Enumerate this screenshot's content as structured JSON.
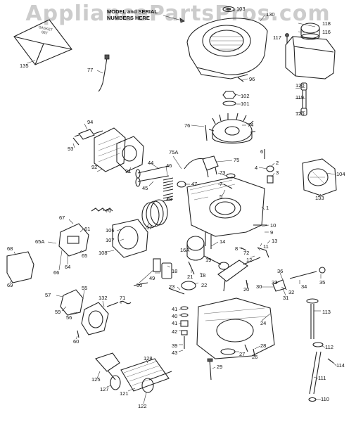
{
  "watermark": "AppliancePartsPros.com",
  "model_label": "MODEL and SERIAL NUMBERS HERE",
  "gasket_set_label": "GASKET SET",
  "callouts": [
    "103",
    "130",
    "118",
    "116",
    "117",
    "135",
    "77",
    "96",
    "120",
    "119",
    "120",
    "102",
    "101",
    "94",
    "76",
    "74",
    "93",
    "92",
    "91",
    "6",
    "75A",
    "75",
    "4",
    "2",
    "3",
    "44",
    "46",
    "47",
    "45",
    "73",
    "7",
    "5",
    "104",
    "133",
    "48",
    "70",
    "1",
    "67",
    "106",
    "107",
    "17",
    "10",
    "9",
    "11",
    "13",
    "65A",
    "61",
    "65",
    "8",
    "72",
    "12",
    "68",
    "66",
    "64",
    "108",
    "16A",
    "14",
    "19",
    "69",
    "50",
    "49",
    "18",
    "21",
    "18",
    "20",
    "36",
    "33",
    "35",
    "57",
    "59",
    "56",
    "55",
    "132",
    "71",
    "23",
    "22",
    "30",
    "31",
    "34",
    "32",
    "41",
    "40",
    "41",
    "42",
    "24",
    "113",
    "39",
    "43",
    "27",
    "28",
    "26",
    "112",
    "29",
    "114",
    "60",
    "125",
    "127",
    "121",
    "128",
    "111",
    "122",
    "110"
  ]
}
